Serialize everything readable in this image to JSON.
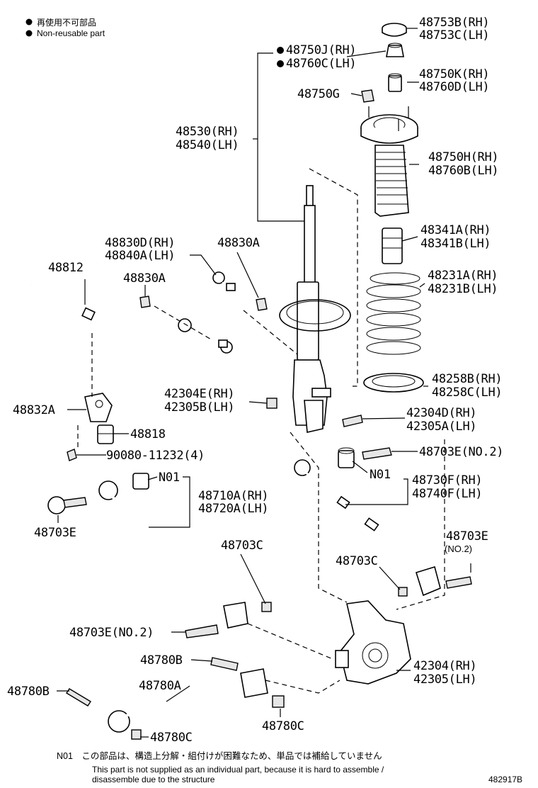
{
  "legend": {
    "line_jp": "再使用不可部品",
    "line_en": "Non-reusable part"
  },
  "labels": {
    "l_48753": [
      "48753B(RH)",
      "48753C(LH)"
    ],
    "l_48750j": [
      "48750J(RH)",
      "48760C(LH)"
    ],
    "l_48750k": [
      "48750K(RH)",
      "48760D(LH)"
    ],
    "l_48750g": "48750G",
    "l_48530": [
      "48530(RH)",
      "48540(LH)"
    ],
    "l_48750h": [
      "48750H(RH)",
      "48760B(LH)"
    ],
    "l_48341": [
      "48341A(RH)",
      "48341B(LH)"
    ],
    "l_48830d": [
      "48830D(RH)",
      "48840A(LH)"
    ],
    "l_48830a_top": "48830A",
    "l_48830a_left": "48830A",
    "l_48812": "48812",
    "l_48231": [
      "48231A(RH)",
      "48231B(LH)"
    ],
    "l_48258": [
      "48258B(RH)",
      "48258C(LH)"
    ],
    "l_42304e": [
      "42304E(RH)",
      "42305B(LH)"
    ],
    "l_42304d": [
      "42304D(RH)",
      "42305A(LH)"
    ],
    "l_48832a": "48832A",
    "l_48818": "48818",
    "l_90080": "90080-11232(4)",
    "l_48703e_no2_right": "48703E(NO.2)",
    "l_n01_left": "N01",
    "l_n01_right": "N01",
    "l_48710a": [
      "48710A(RH)",
      "48720A(LH)"
    ],
    "l_48730f": [
      "48730F(RH)",
      "48740F(LH)"
    ],
    "l_48703e_left": "48703E",
    "l_48703e_right": "48703E",
    "l_no2_small": "(NO.2)",
    "l_48703c_mid": "48703C",
    "l_48703c_right": "48703C",
    "l_48703e_no2_left": "48703E(NO.2)",
    "l_48780b_top": "48780B",
    "l_48780b_left": "48780B",
    "l_48780a": "48780A",
    "l_42304": [
      "42304(RH)",
      "42305(LH)"
    ],
    "l_48780c_right": "48780C",
    "l_48780c_bottom": "48780C"
  },
  "footnote": {
    "n01_jp": "N01　この部品は、構造上分解・組付けが困難なため、単品では補給していません",
    "n01_en_1": "This part is not supplied as an individual part, because it is hard to assemble /",
    "n01_en_2": "disassemble due to the structure",
    "drawing_id": "482917B"
  }
}
